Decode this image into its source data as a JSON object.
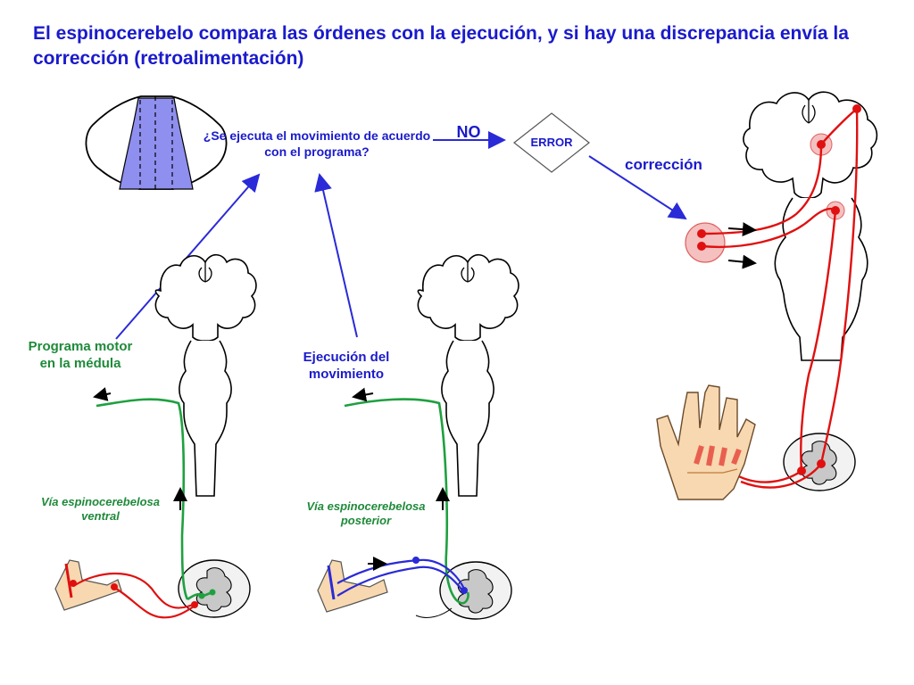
{
  "title": "El espinocerebelo compara las órdenes con la ejecución, y si hay una discrepancia envía la corrección (retroalimentación)",
  "labels": {
    "question": "¿Se ejecuta el movimiento de acuerdo con el programa?",
    "no": "NO",
    "error": "ERROR",
    "correction": "corrección",
    "motor_program": "Programa motor en la médula",
    "execution": "Ejecución del movimiento",
    "ventral_tract": "Vía espinocerebelosa ventral",
    "posterior_tract": "Vía espinocerebelosa posterior"
  },
  "colors": {
    "title": "#1a1acc",
    "blue_arrows": "#2a2ad8",
    "green_tract": "#1fa040",
    "red_pathway": "#e01010",
    "spinocerebellum_fill": "#8f8fef",
    "hand_fill": "#f7d8b0"
  }
}
